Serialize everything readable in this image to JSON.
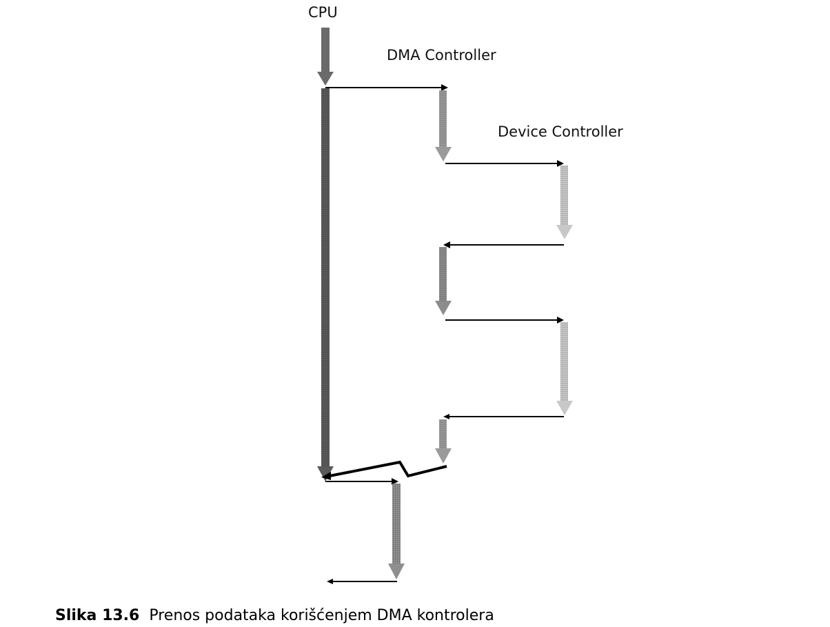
{
  "diagram": {
    "labels": {
      "cpu": "CPU",
      "dma_controller": "DMA Controller",
      "device_controller": "Device Controller"
    },
    "caption": {
      "number": "Slika 13.6",
      "text": "Prenos podataka korišćenjem DMA kontrolera"
    },
    "colors": {
      "cpu_flow": "#6a6a6a",
      "dma_flow": "#9a9a9a",
      "device_flow": "#c8c8c8",
      "output_flow": "#8e8e8e",
      "signal_line": "#000000"
    }
  }
}
